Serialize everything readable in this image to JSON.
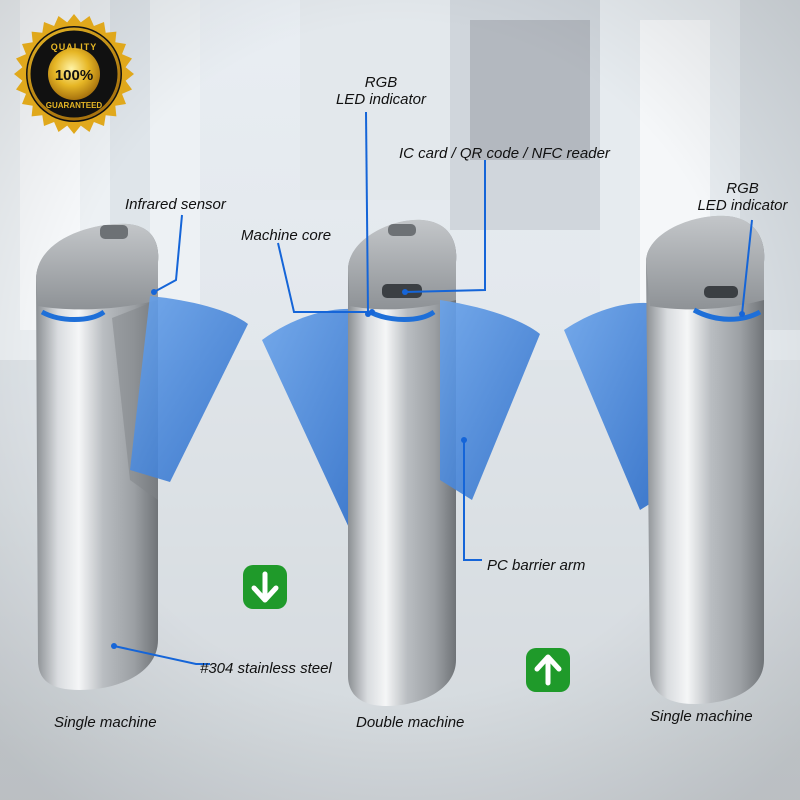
{
  "badge": {
    "top_text": "QUALITY",
    "center_text": "100%",
    "bottom_text": "GUARANTEED"
  },
  "labels": {
    "rgb_led_center": "RGB\nLED indicator",
    "ic_card_reader": "IC card / QR code / NFC reader",
    "infrared_sensor": "Infrared sensor",
    "machine_core": "Machine core",
    "rgb_led_right": "RGB\nLED indicator",
    "pc_barrier_arm": "PC barrier arm",
    "stainless_steel": "#304 stainless steel",
    "single_machine_left": "Single machine",
    "double_machine": "Double machine",
    "single_machine_right": "Single machine"
  },
  "direction_icons": [
    {
      "name": "down-arrow-icon",
      "color": "#1f9a2a"
    },
    {
      "name": "up-arrow-icon",
      "color": "#1f9a2a"
    }
  ],
  "colors": {
    "led_ring": "#1e6fd8",
    "barrier_wing": "#4f8fe0",
    "callout_line": "#1565d8",
    "badge_gold": "#e0a81c",
    "badge_black": "#111111"
  }
}
